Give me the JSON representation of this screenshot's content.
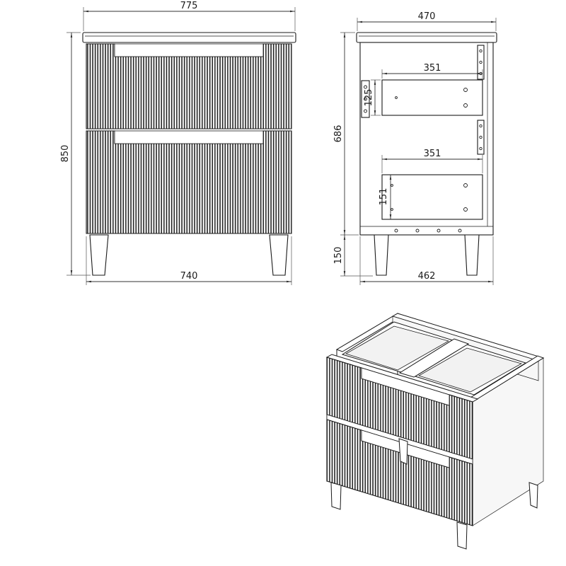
{
  "drawing": {
    "front_view": {
      "top_width": "775",
      "overall_height": "850",
      "bottom_width": "740"
    },
    "side_view": {
      "top_depth": "470",
      "body_height": "686",
      "leg_height": "150",
      "bottom_depth": "462",
      "upper_drawer_depth": "351",
      "upper_drawer_height": "125",
      "lower_drawer_depth": "351",
      "lower_drawer_height": "151"
    }
  },
  "colors": {
    "line": "#1a1a1a",
    "dimension": "#333333",
    "background": "#ffffff"
  }
}
